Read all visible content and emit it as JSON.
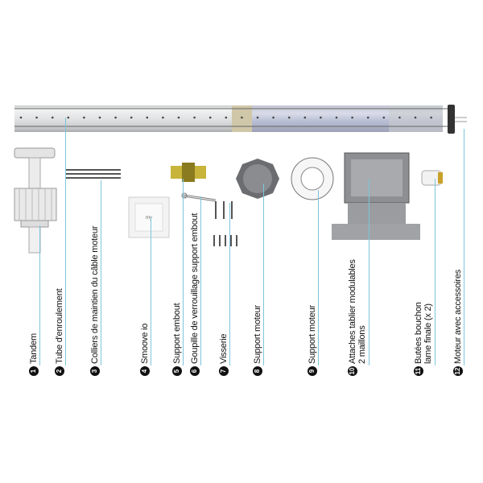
{
  "parts": [
    {
      "number": "1",
      "label": "Tandem"
    },
    {
      "number": "2",
      "label": "Tube d'enroulement"
    },
    {
      "number": "3",
      "label": "Colliers de maintien du câble moteur"
    },
    {
      "number": "4",
      "label": "Smoove io"
    },
    {
      "number": "5",
      "label": "Support embout"
    },
    {
      "number": "6",
      "label": "Goupille de verrouillage support embout"
    },
    {
      "number": "7",
      "label": "Visserie"
    },
    {
      "number": "8",
      "label": "Support moteur"
    },
    {
      "number": "9",
      "label": "Support moteur"
    },
    {
      "number": "10",
      "label": "Attaches tablier modulables",
      "label2": "2 maillons"
    },
    {
      "number": "11",
      "label": "Butées bouchon",
      "label2": "lame finale (x 2)"
    },
    {
      "number": "12",
      "label": "Moteur avec accessoires"
    }
  ],
  "switch_label": "my",
  "colors": {
    "leader": "#7cc6dc",
    "tube": "#d6d8da",
    "motor": "#b9bfd6"
  }
}
